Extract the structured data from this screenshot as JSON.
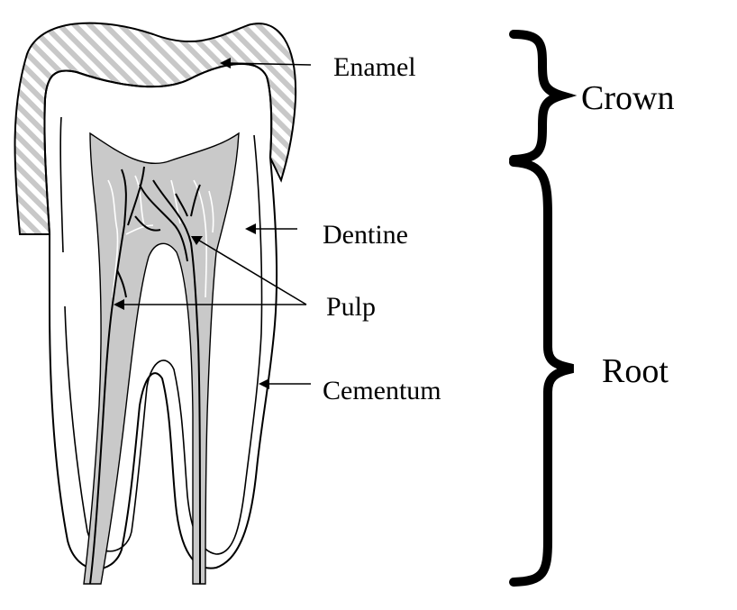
{
  "labels": {
    "enamel": "Enamel",
    "dentine": "Dentine",
    "pulp": "Pulp",
    "cementum": "Cementum",
    "crown": "Crown",
    "root": "Root"
  },
  "colors": {
    "outline": "#000000",
    "enamel_hatch": "#c8c8c8",
    "pulp_fill": "#c9c9c9",
    "nerve_white": "#ffffff",
    "background": "#ffffff"
  }
}
